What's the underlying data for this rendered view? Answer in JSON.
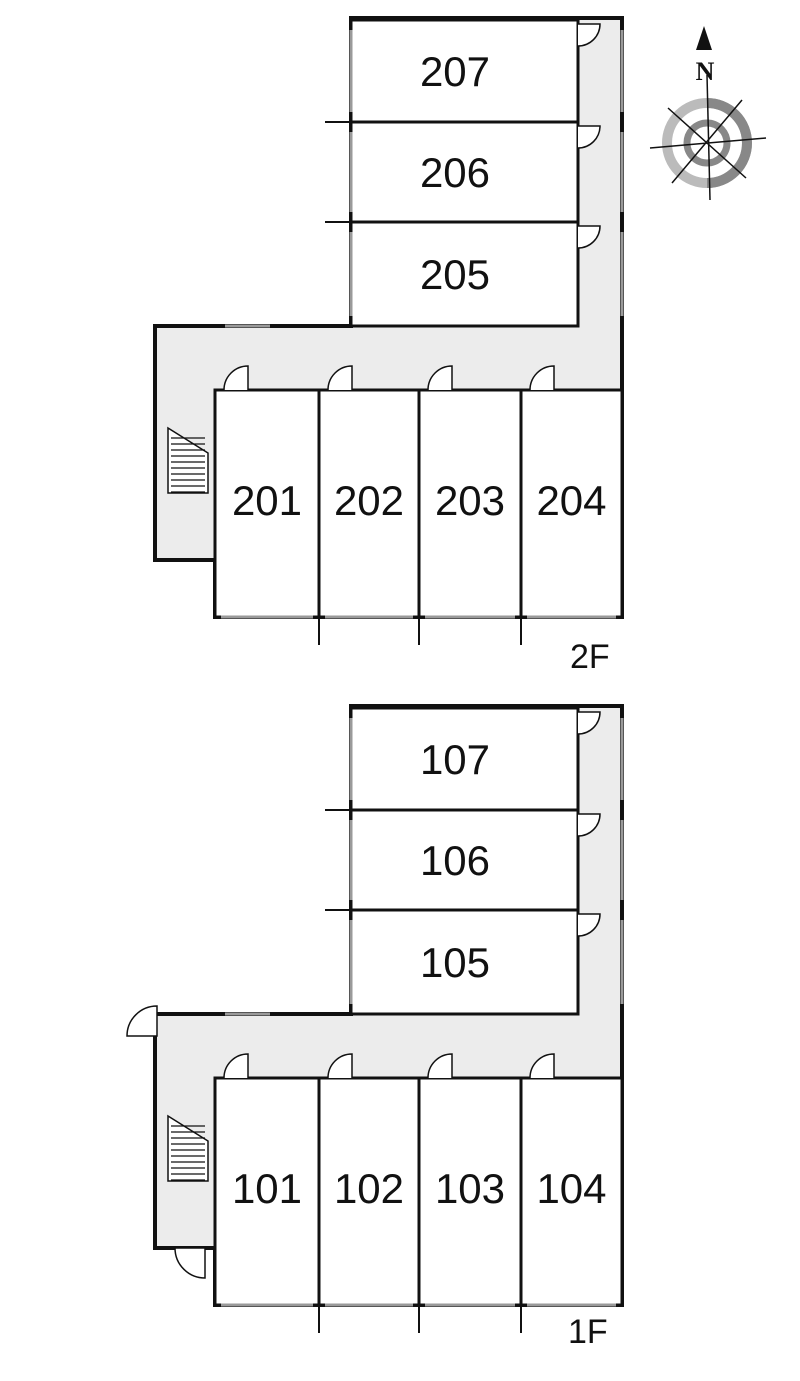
{
  "floors": [
    {
      "label": "2F",
      "rooms_upper": [
        "207",
        "206",
        "205"
      ],
      "rooms_lower": [
        "201",
        "202",
        "203",
        "204"
      ],
      "has_ground_entrances": false
    },
    {
      "label": "1F",
      "rooms_upper": [
        "107",
        "106",
        "105"
      ],
      "rooms_lower": [
        "101",
        "102",
        "103",
        "104"
      ],
      "has_ground_entrances": true
    }
  ],
  "compass": {
    "north_label": "N"
  },
  "colors": {
    "wall": "#111111",
    "corridor": "#ececec",
    "room": "#ffffff",
    "window": "#9a9a9a"
  }
}
